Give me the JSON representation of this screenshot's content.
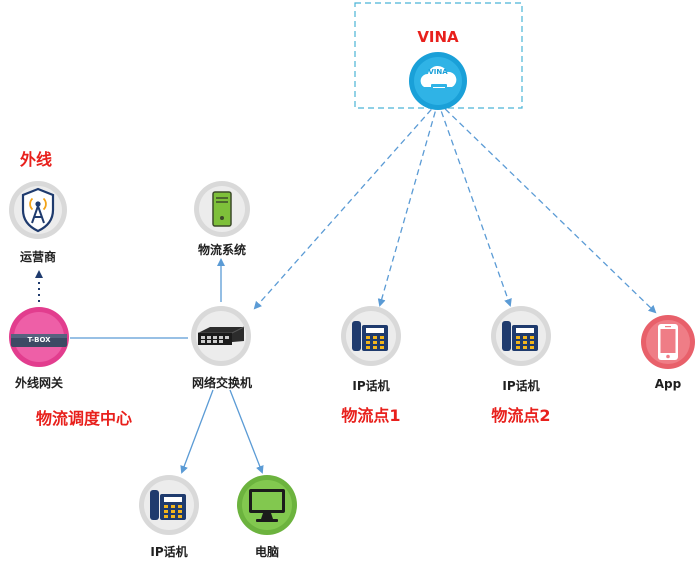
{
  "cloud": {
    "title": "VINA",
    "icon_text": "VINA"
  },
  "external": {
    "section_title": "外线",
    "operator_label": "运营商",
    "gateway_label": "外线网关",
    "gateway_badge": "T-BOX"
  },
  "center": {
    "logistics_system_label": "物流系统",
    "switch_label": "网络交换机",
    "section_title": "物流调度中心",
    "ip_phone_label": "IP话机",
    "computer_label": "电脑"
  },
  "point1": {
    "ip_phone_label": "IP话机",
    "title": "物流点1"
  },
  "point2": {
    "ip_phone_label": "IP话机",
    "title": "物流点2"
  },
  "app": {
    "label": "App"
  },
  "colors": {
    "accent_red": "#e8201c",
    "link_blue": "#5b9bd5",
    "phone_navy": "#1f3b6e",
    "server_green": "#7ec03a",
    "gateway_pink": "#e23d8e",
    "app_red": "#e8606a"
  }
}
